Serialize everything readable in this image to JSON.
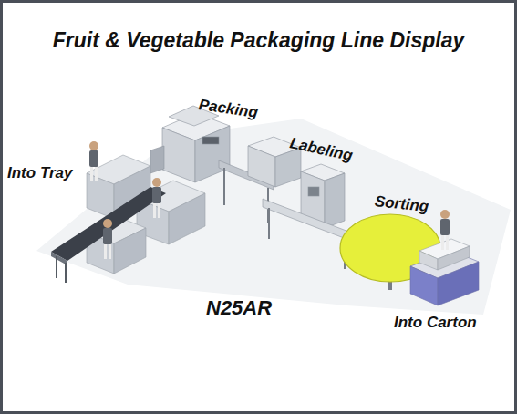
{
  "diagram": {
    "title": "Fruit & Vegetable Packaging Line Display",
    "labels": [
      "Packing",
      "Labeling",
      "Into Tray",
      "Sorting",
      "N25AR",
      "Into Carton"
    ]
  }
}
